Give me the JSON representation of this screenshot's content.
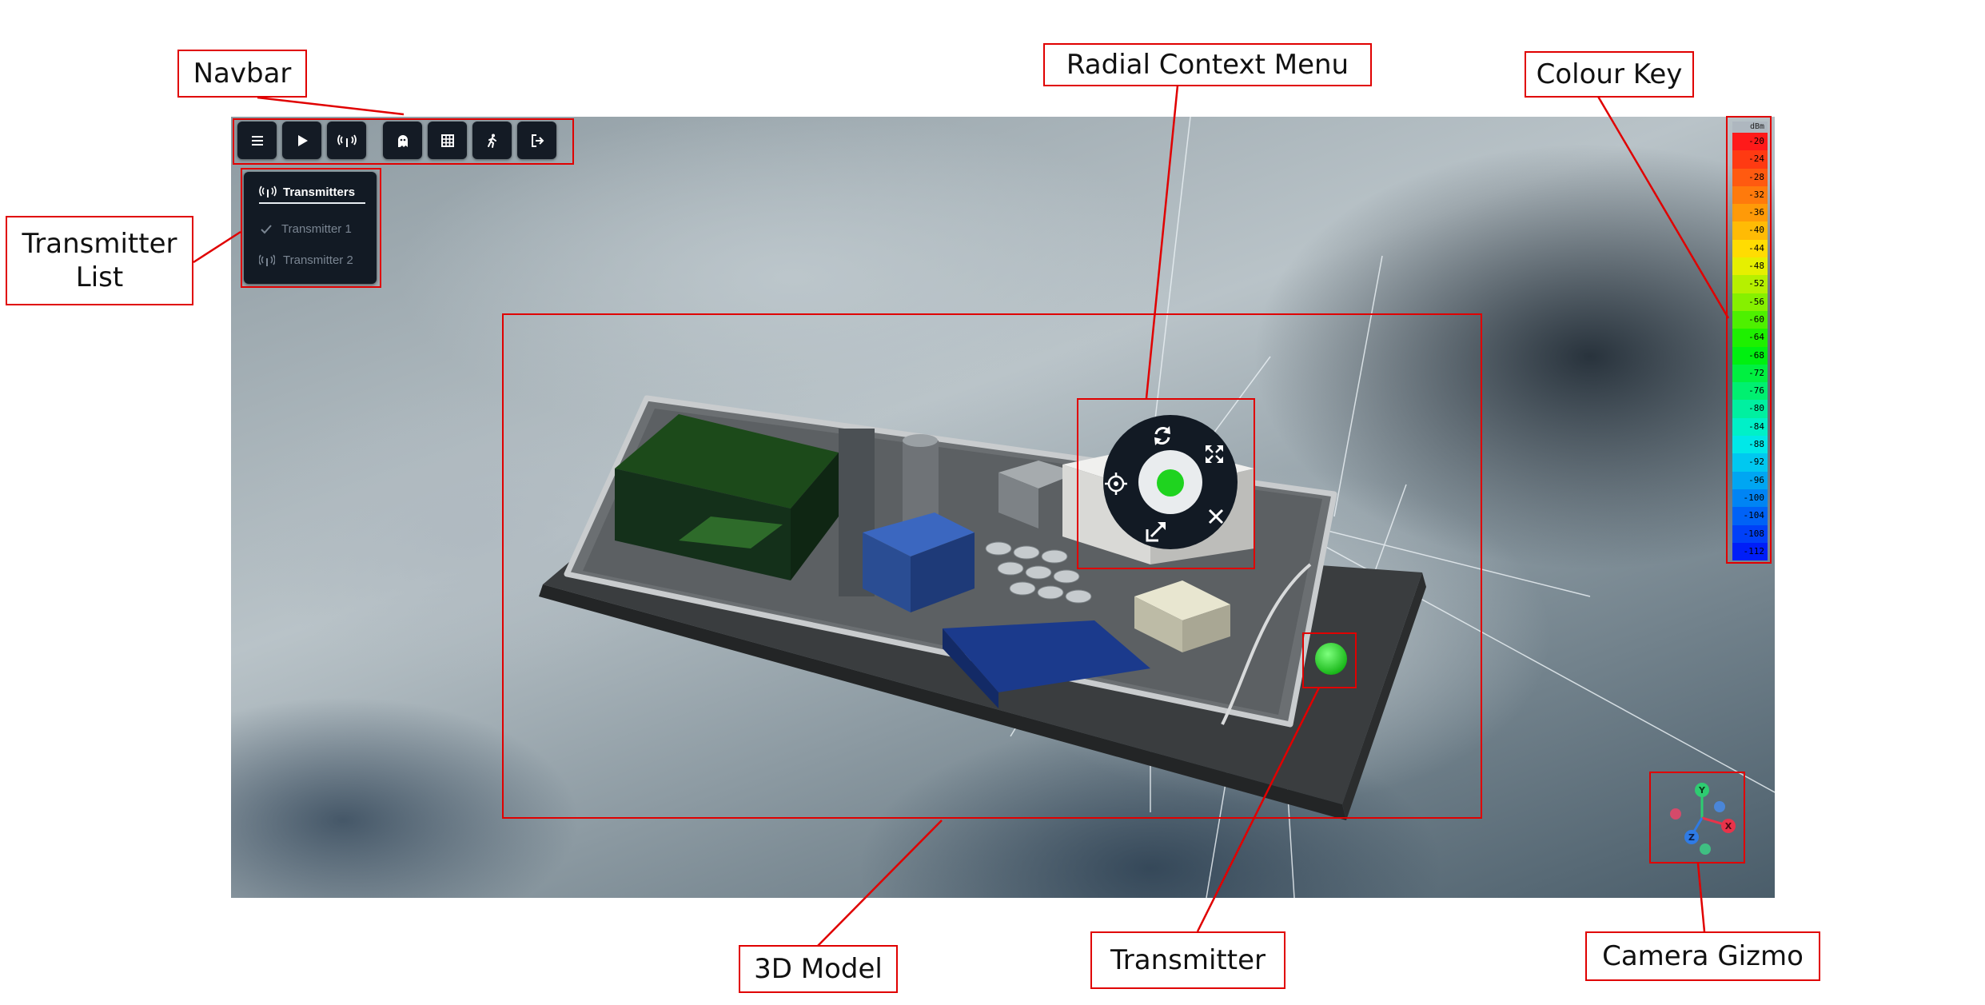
{
  "navbar": {
    "buttons": [
      {
        "name": "menu-button",
        "icon": "menu-icon"
      },
      {
        "name": "play-button",
        "icon": "play-icon"
      },
      {
        "name": "transmitter-button",
        "icon": "antenna-icon"
      },
      {
        "name": "ghost-button",
        "icon": "ghost-icon"
      },
      {
        "name": "grid-button",
        "icon": "grid-icon"
      },
      {
        "name": "walk-button",
        "icon": "walk-icon"
      },
      {
        "name": "exit-button",
        "icon": "exit-icon"
      }
    ]
  },
  "transmitter_list": {
    "title": "Transmitters",
    "items": [
      {
        "label": "Transmitter 1",
        "icon": "check-icon"
      },
      {
        "label": "Transmitter 2",
        "icon": "antenna-icon"
      }
    ]
  },
  "colour_key": {
    "unit": "dBm",
    "entries": [
      {
        "value": "-20",
        "color": "#ff1a1a"
      },
      {
        "value": "-24",
        "color": "#ff3a12"
      },
      {
        "value": "-28",
        "color": "#ff5a10"
      },
      {
        "value": "-32",
        "color": "#ff7a0c"
      },
      {
        "value": "-36",
        "color": "#ff9a08"
      },
      {
        "value": "-40",
        "color": "#ffbb05"
      },
      {
        "value": "-44",
        "color": "#ffdc02"
      },
      {
        "value": "-48",
        "color": "#e6ef00"
      },
      {
        "value": "-52",
        "color": "#b6f000"
      },
      {
        "value": "-56",
        "color": "#86f000"
      },
      {
        "value": "-60",
        "color": "#4ef000"
      },
      {
        "value": "-64",
        "color": "#1ef000"
      },
      {
        "value": "-68",
        "color": "#00f010"
      },
      {
        "value": "-72",
        "color": "#00f040"
      },
      {
        "value": "-76",
        "color": "#00f070"
      },
      {
        "value": "-80",
        "color": "#00f0a0"
      },
      {
        "value": "-84",
        "color": "#00f0c8"
      },
      {
        "value": "-88",
        "color": "#00e8e8"
      },
      {
        "value": "-92",
        "color": "#00c8f0"
      },
      {
        "value": "-96",
        "color": "#00a6f2"
      },
      {
        "value": "-100",
        "color": "#0084f4"
      },
      {
        "value": "-104",
        "color": "#0062f6"
      },
      {
        "value": "-108",
        "color": "#0040f8"
      },
      {
        "value": "-112",
        "color": "#001ef8"
      }
    ]
  },
  "radial_menu": {
    "icons": [
      "rotate-icon",
      "expand-icon",
      "crosshair-icon",
      "close-icon",
      "move-icon"
    ],
    "center_color": "#1fd31f"
  },
  "camera_gizmo": {
    "axes": [
      {
        "label": "Y",
        "color": "#2ecc71"
      },
      {
        "label": "X",
        "color": "#e8334a"
      },
      {
        "label": "Z",
        "color": "#2f7be5"
      }
    ]
  },
  "annotations": {
    "navbar": "Navbar",
    "radial_menu": "Radial Context Menu",
    "colour_key": "Colour Key",
    "transmitter_list": "Transmitter List",
    "model": "3D Model",
    "transmitter": "Transmitter",
    "camera_gizmo": "Camera Gizmo"
  },
  "colors": {
    "annotation_red": "#e00000",
    "ui_dark": "#141b25",
    "transmitter_green": "#1fd31f"
  }
}
